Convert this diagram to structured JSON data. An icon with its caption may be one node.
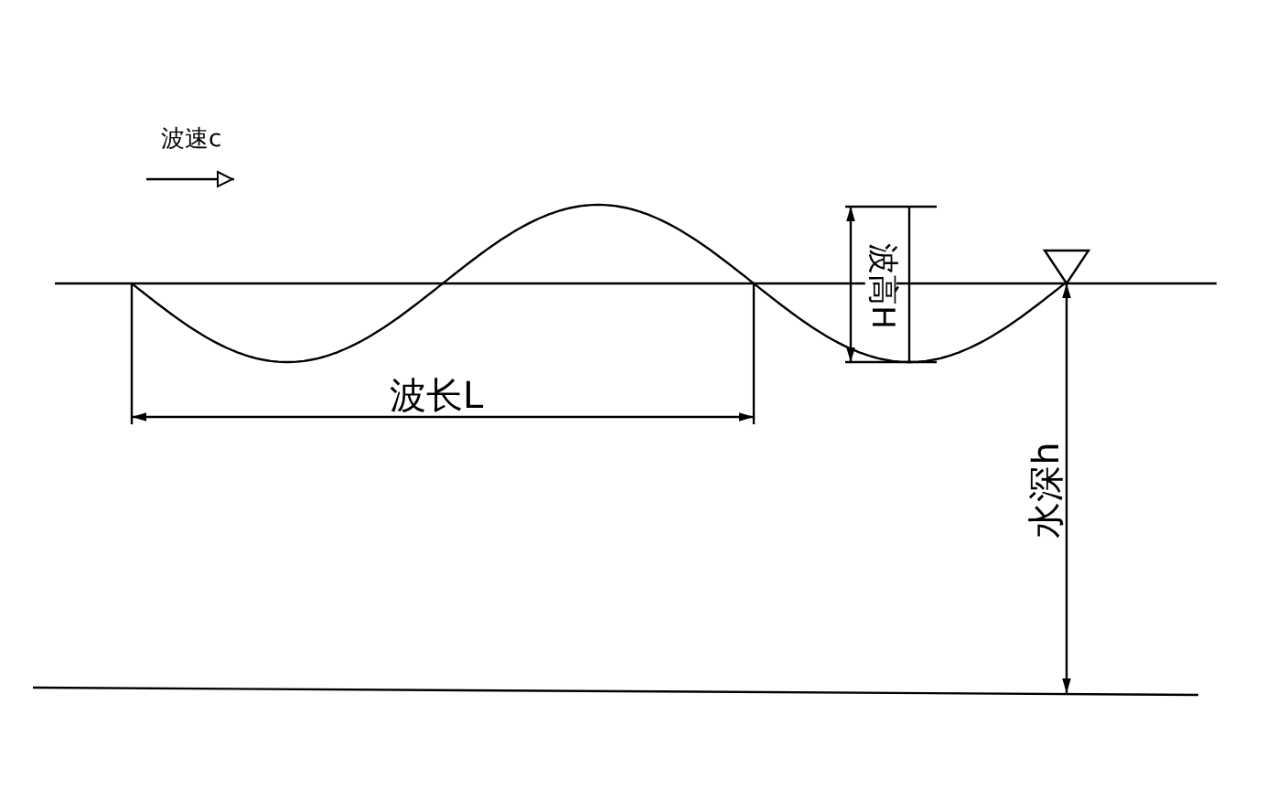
{
  "diagram": {
    "labels": [
      "波速c",
      "波长L",
      "波高H",
      "水深h"
    ]
  }
}
